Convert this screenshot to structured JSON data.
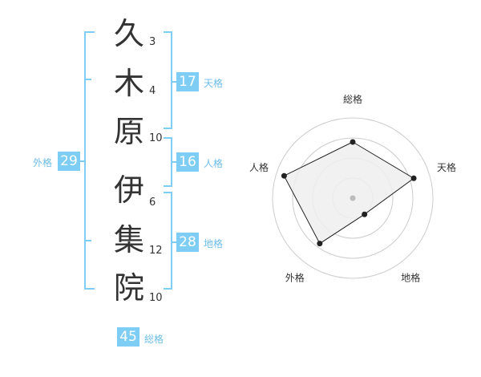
{
  "name": {
    "chars": [
      {
        "char": "久",
        "strokes": "3"
      },
      {
        "char": "木",
        "strokes": "4"
      },
      {
        "char": "原",
        "strokes": "10"
      },
      {
        "char": "伊",
        "strokes": "6"
      },
      {
        "char": "集",
        "strokes": "12"
      },
      {
        "char": "院",
        "strokes": "10"
      }
    ]
  },
  "badges": {
    "tenkaku": {
      "value": "17",
      "label": "天格"
    },
    "jinkaku": {
      "value": "16",
      "label": "人格"
    },
    "chikaku": {
      "value": "28",
      "label": "地格"
    },
    "gaikaku": {
      "value": "29",
      "label": "外格"
    },
    "soukaku": {
      "value": "45",
      "label": "総格"
    }
  },
  "colors": {
    "accent": "#7dcdf5",
    "label": "#6cbde8",
    "bracket": "#7dcdf5"
  },
  "chart_data": {
    "type": "radar",
    "axes": [
      "総格",
      "天格",
      "地格",
      "外格",
      "人格"
    ],
    "values": [
      0.7,
      0.8,
      0.25,
      0.7,
      0.9
    ],
    "rings": 4,
    "range": [
      0,
      1
    ]
  }
}
